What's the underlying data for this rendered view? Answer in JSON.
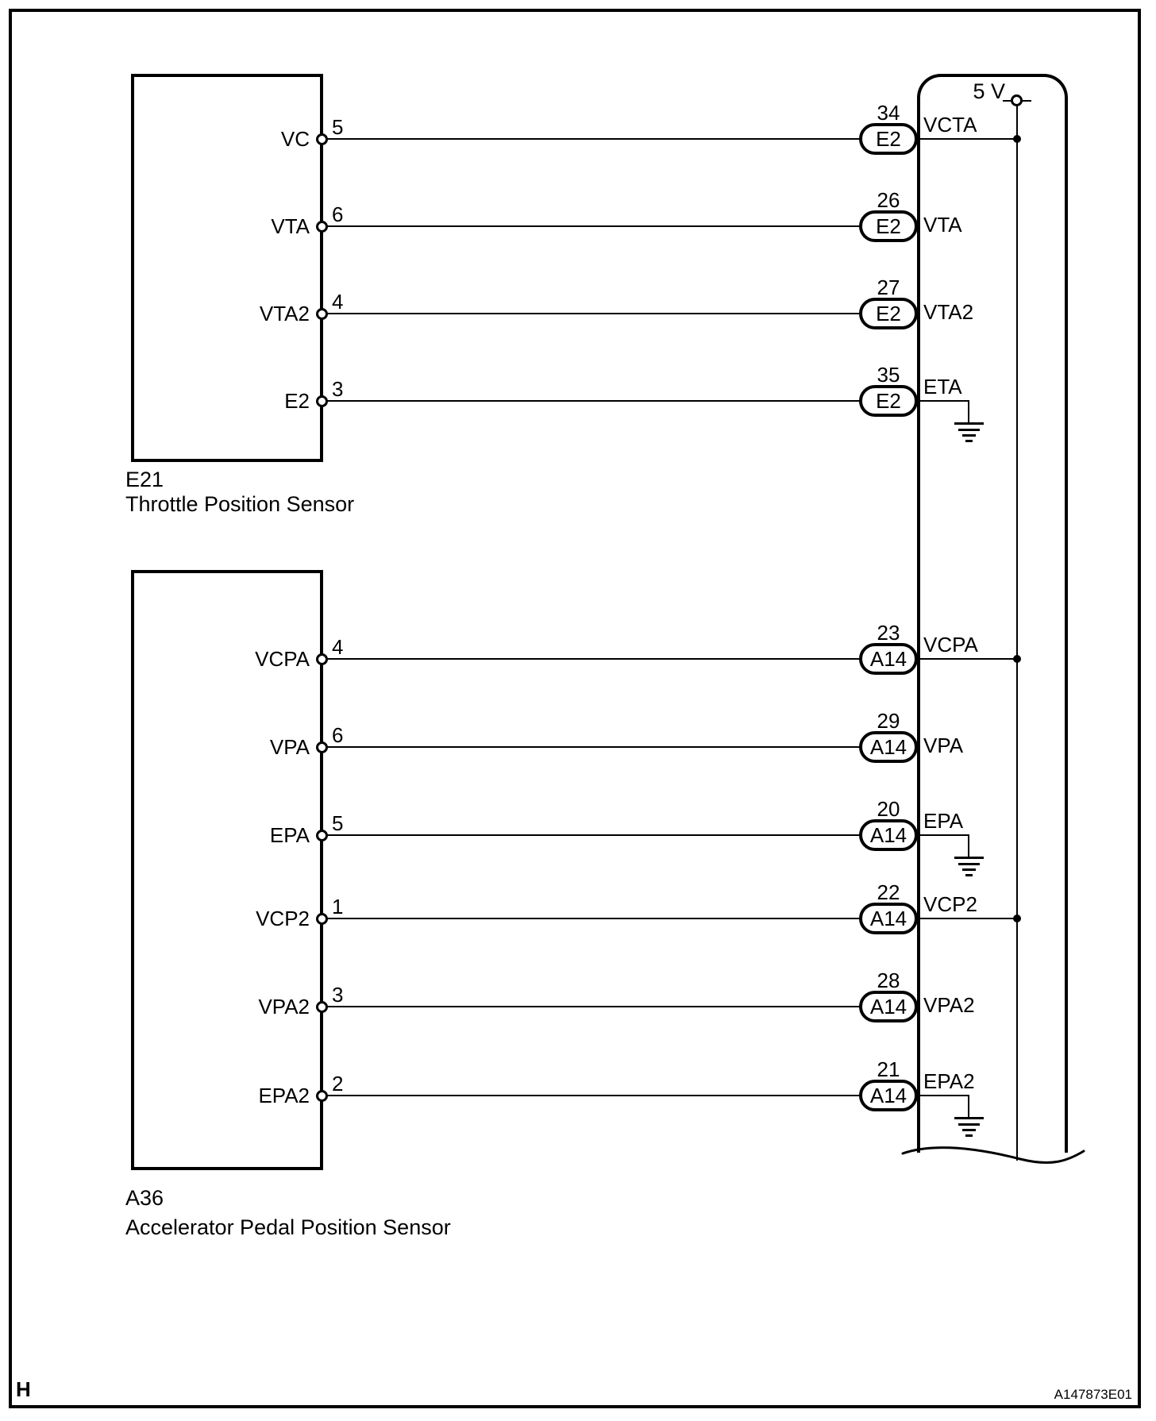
{
  "colors": {
    "ink": "#000000",
    "paper": "#ffffff"
  },
  "power": {
    "label": "5 V",
    "rail_voltage": "5 V"
  },
  "footer": {
    "left": "H",
    "right": "A147873E01"
  },
  "sensors": [
    {
      "code": "E21",
      "name": "Throttle Position Sensor"
    },
    {
      "code": "A36",
      "name": "Accelerator Pedal Position Sensor"
    }
  ],
  "ecm_connectors": [
    "E2",
    "A14"
  ],
  "rows": [
    {
      "sensor": "E21",
      "sensor_pin_label": "VC",
      "sensor_pin_no": "5",
      "ecm_pin_no": "34",
      "connector": "E2",
      "signal": "VCTA",
      "terminates": "5v_rail"
    },
    {
      "sensor": "E21",
      "sensor_pin_label": "VTA",
      "sensor_pin_no": "6",
      "ecm_pin_no": "26",
      "connector": "E2",
      "signal": "VTA",
      "terminates": "open"
    },
    {
      "sensor": "E21",
      "sensor_pin_label": "VTA2",
      "sensor_pin_no": "4",
      "ecm_pin_no": "27",
      "connector": "E2",
      "signal": "VTA2",
      "terminates": "open"
    },
    {
      "sensor": "E21",
      "sensor_pin_label": "E2",
      "sensor_pin_no": "3",
      "ecm_pin_no": "35",
      "connector": "E2",
      "signal": "ETA",
      "terminates": "ground"
    },
    {
      "sensor": "A36",
      "sensor_pin_label": "VCPA",
      "sensor_pin_no": "4",
      "ecm_pin_no": "23",
      "connector": "A14",
      "signal": "VCPA",
      "terminates": "5v_rail"
    },
    {
      "sensor": "A36",
      "sensor_pin_label": "VPA",
      "sensor_pin_no": "6",
      "ecm_pin_no": "29",
      "connector": "A14",
      "signal": "VPA",
      "terminates": "open"
    },
    {
      "sensor": "A36",
      "sensor_pin_label": "EPA",
      "sensor_pin_no": "5",
      "ecm_pin_no": "20",
      "connector": "A14",
      "signal": "EPA",
      "terminates": "ground"
    },
    {
      "sensor": "A36",
      "sensor_pin_label": "VCP2",
      "sensor_pin_no": "1",
      "ecm_pin_no": "22",
      "connector": "A14",
      "signal": "VCP2",
      "terminates": "5v_rail"
    },
    {
      "sensor": "A36",
      "sensor_pin_label": "VPA2",
      "sensor_pin_no": "3",
      "ecm_pin_no": "28",
      "connector": "A14",
      "signal": "VPA2",
      "terminates": "open"
    },
    {
      "sensor": "A36",
      "sensor_pin_label": "EPA2",
      "sensor_pin_no": "2",
      "ecm_pin_no": "21",
      "connector": "A14",
      "signal": "EPA2",
      "terminates": "ground"
    }
  ]
}
